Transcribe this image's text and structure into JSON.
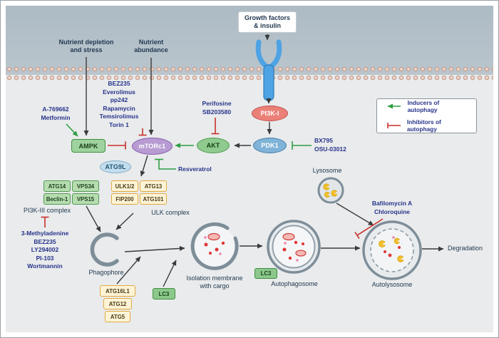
{
  "title_inputs": {
    "growth_factors": "Growth factors\n& insulin",
    "nutrient_depletion": "Nutrient depletion\nand stress",
    "nutrient_abundance": "Nutrient\nabundance"
  },
  "proteins": {
    "ampk": "AMPK",
    "mtorc1": "mTORc1",
    "akt": "AKT",
    "pi3k1": "PI3K-I",
    "pdk1": "PDK1",
    "atg9l": "ATG9L"
  },
  "drugs": {
    "mtor_inhibitors": "BEZ235\nEverolimus\npp242\nRapamycin\nTemsirolimus\nTorin 1",
    "ampk_activators": "A-769662\nMetformin",
    "akt_inhibitors": "Perifosine\nSB203580",
    "pdk1_inhibitors": "BX795\nOSU-03012",
    "mtor_inhibitor_natural": "Resveratrol",
    "pi3k3_inhibitors": "3-Methyladenine\nBEZ235\nLY294002\nPI-103\nWortmannin",
    "fusion_inhibitors": "Bafilomycin A\nChloroquine"
  },
  "complexes": {
    "pi3k3": {
      "label": "PI3K-III complex",
      "members": [
        "ATG14",
        "VPS34",
        "Beclin-1",
        "VPS15"
      ]
    },
    "ulk": {
      "label": "ULK complex",
      "members": [
        "ULK1/2",
        "ATG13",
        "FIP200",
        "ATG101"
      ]
    }
  },
  "conjugation": {
    "atg16l1": "ATG16L1",
    "atg12": "ATG12",
    "atg5": "ATG5",
    "lc3": "LC3",
    "lc3_autophagosome": "LC3"
  },
  "structures": {
    "phagophore": "Phagophore",
    "isolation_membrane": "Isolation membrane\nwith cargo",
    "autophagosome": "Autophagosome",
    "lysosome": "Lysosome",
    "autolysosome": "Autolysosome",
    "degradation": "Degradation"
  },
  "legend": {
    "inducers": "Inducers of autophagy",
    "inhibitors": "Inhibitors of autophagy"
  },
  "colors": {
    "inducer_green": "#2f9e44",
    "inhibitor_red": "#c9302c",
    "drug_blue": "#27348b"
  }
}
